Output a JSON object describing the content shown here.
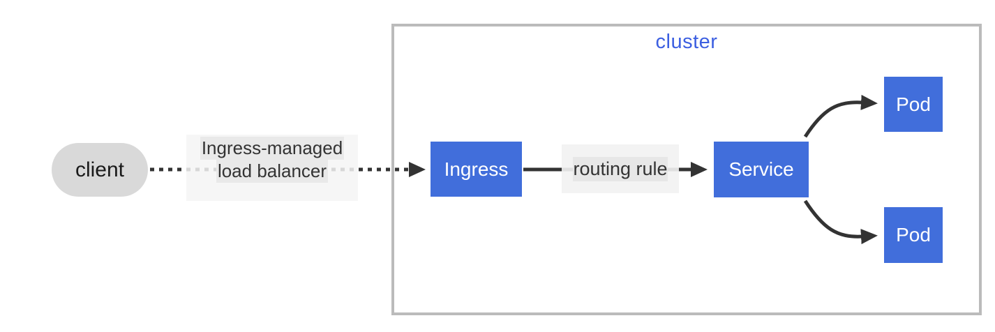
{
  "diagram": {
    "cluster_title": "cluster",
    "nodes": {
      "client": {
        "label": "client",
        "shape": "stadium"
      },
      "ingress": {
        "label": "Ingress",
        "shape": "rect"
      },
      "service": {
        "label": "Service",
        "shape": "rect"
      },
      "pod1": {
        "label": "Pod",
        "shape": "rect"
      },
      "pod2": {
        "label": "Pod",
        "shape": "rect"
      }
    },
    "edges": {
      "client_to_ingress": {
        "style": "dotted-arrow",
        "label_line1": "Ingress-managed",
        "label_line2": "load balancer"
      },
      "ingress_to_service": {
        "style": "solid-arrow",
        "label": "routing rule"
      },
      "service_to_pod1": {
        "style": "curved-arrow",
        "label": ""
      },
      "service_to_pod2": {
        "style": "curved-arrow",
        "label": ""
      }
    },
    "colors": {
      "node_fill": "#416edb",
      "node_text": "#ffffff",
      "client_fill": "#d9d9d9",
      "cluster_border": "#bbbbbb",
      "cluster_title_text": "#3c5fe1",
      "edge_stroke": "#333333",
      "edge_label_background": "#e8e8e8",
      "canvas_background": "#ffffff"
    }
  }
}
